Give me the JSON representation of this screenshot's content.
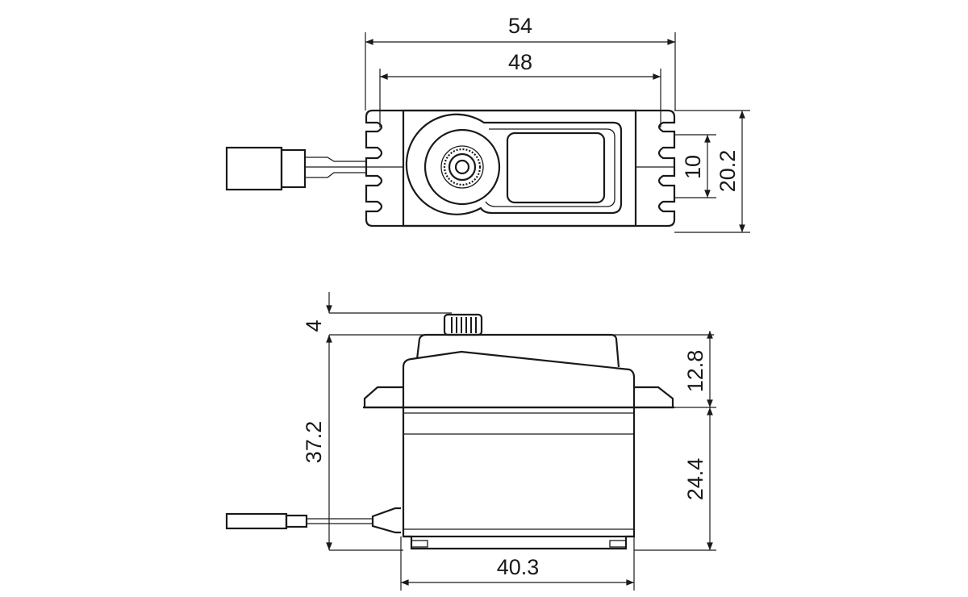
{
  "top_view": {
    "dim_overall_length": "54",
    "dim_mount_hole_spacing": "48",
    "dim_slot_spacing": "10",
    "dim_overall_width": "20.2"
  },
  "side_view": {
    "dim_spline_height": "4",
    "dim_total_height": "37.2",
    "dim_upper_height": "12.8",
    "dim_lower_height": "24.4",
    "dim_body_length": "40.3"
  },
  "colors": {
    "line": "#1a1a1a",
    "background": "#ffffff"
  }
}
